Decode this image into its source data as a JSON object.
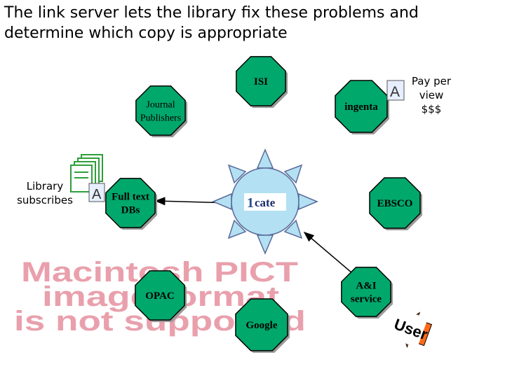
{
  "slide": {
    "title_line1": "The link server lets the library fix these problems and",
    "title_line2": "determine which copy is appropriate"
  },
  "labels": {
    "library_subscribes_1": "Library",
    "library_subscribes_2": "subscribes",
    "pay_per_view_1": "Pay per",
    "pay_per_view_2": "view",
    "pay_per_view_3": "$$$"
  },
  "nodes": {
    "isi": "ISI",
    "journal_publishers_1": "Journal",
    "journal_publishers_2": "Publishers",
    "ingenta": "ingenta",
    "full_text_1": "Full text",
    "full_text_2": "DBs",
    "ebsco": "EBSCO",
    "opac": "OPAC",
    "ai_service_1": "A&I",
    "ai_service_2": "service",
    "google": "Google"
  },
  "center": {
    "logo_text": "cate",
    "logo_prefix": "1"
  },
  "placeholder": {
    "line1": "Macintosh PICT",
    "line2": "image format",
    "line3": "is not supported"
  },
  "user_arrow": {
    "label": "User"
  },
  "document_icon": {
    "letter": "A"
  },
  "colors": {
    "octagon_fill": "#00a86b",
    "octagon_stroke": "#000000",
    "sun_fill": "#b3e0f2",
    "sun_stroke": "#5a6b9a",
    "placeholder_text": "#e9a0ac",
    "user_arrow_fill": "#ff6a1a",
    "document_icon": "#e7efff",
    "stack_green": "#2e9e3a"
  }
}
